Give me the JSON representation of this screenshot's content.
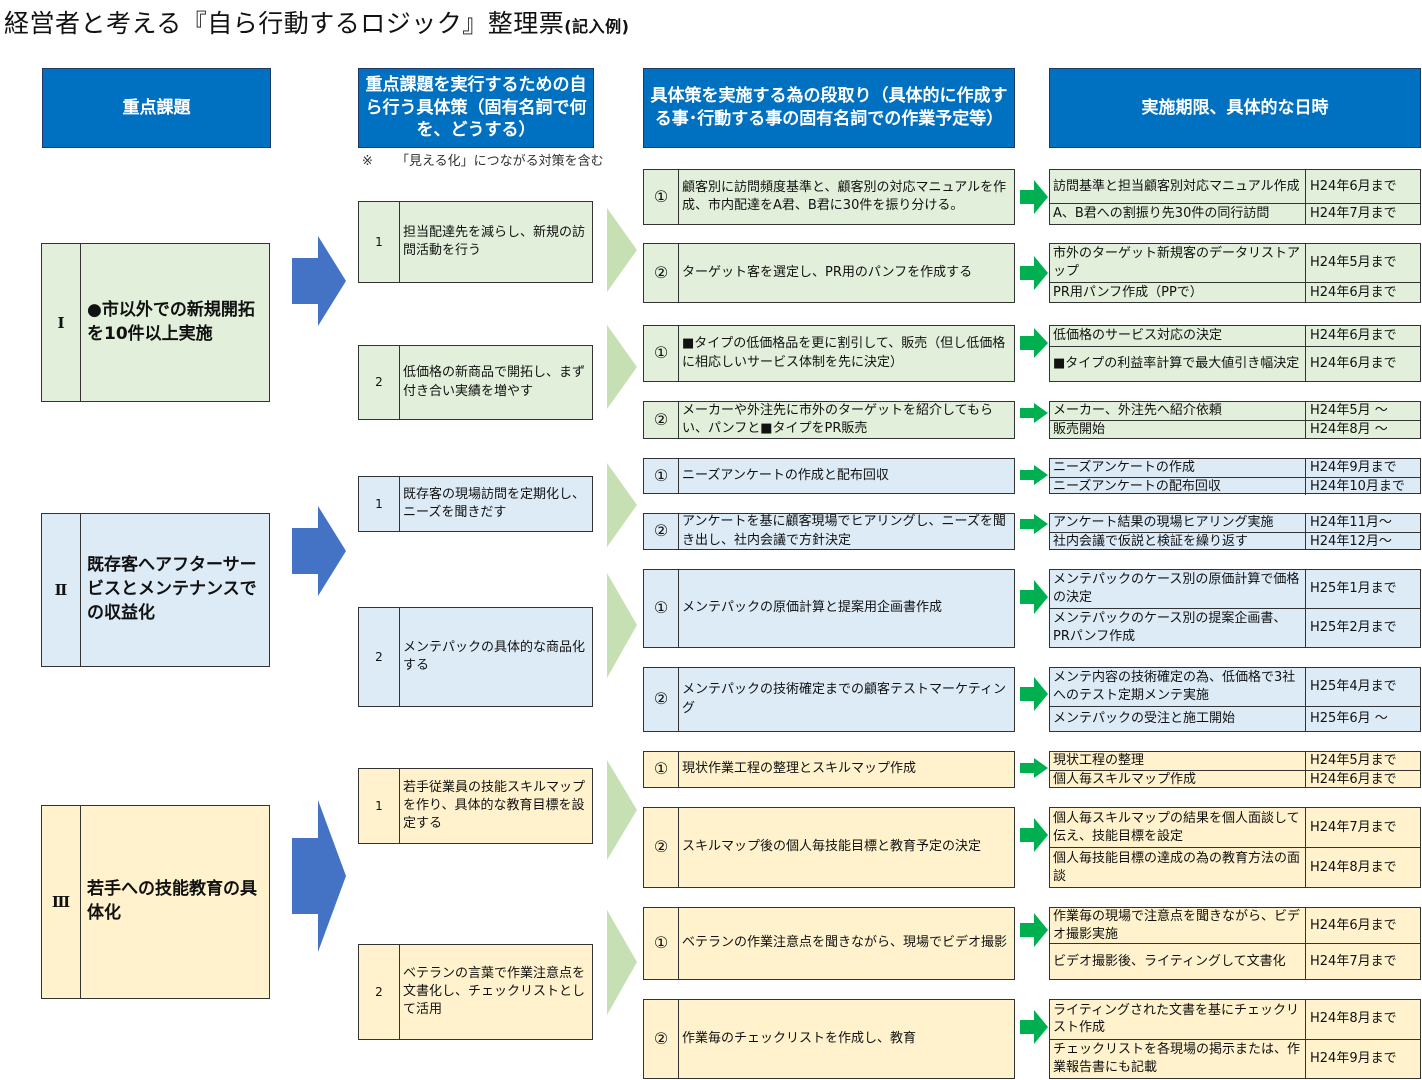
{
  "title": {
    "main": "経営者と考える『自ら行動するロジック』整理票",
    "note": "(記入例)"
  },
  "headers": [
    "重点課題",
    "重点課題を実行するための自ら行う具体策（固有名詞で何を、どうする）",
    "具体策を実施する為の段取り（具体的に作成する事･行動する事の固有名詞での作業予定等）",
    "実施期限、具体的な日時"
  ],
  "note": {
    "mark": "※",
    "text": "「見える化」につながる対策を含む"
  },
  "colors": {
    "header": "#0070c0",
    "green": "#e2efda",
    "blue": "#ddebf7",
    "yellow": "#fff2cc",
    "big_arrow": "#4472c4",
    "small_arrow": "#c6e0b4",
    "green_arrow": "#00b050"
  },
  "issues": [
    {
      "num": "Ⅰ",
      "text": "●市以外での新規開拓を10件以上実施",
      "measures": [
        {
          "num": "1",
          "text": "担当配達先を減らし、新規の訪問活動を行う",
          "steps": [
            {
              "num": "①",
              "text": "顧客別に訪問頻度基準と、顧客別の対応マニュアルを作成、市内配達をA君、B君に30件を振り分ける。",
              "schedule": [
                {
                  "action": "訪問基準と担当顧客別対応マニュアル作成",
                  "date": "H24年6月まで"
                },
                {
                  "action": "A、B君への割振り先30件の同行訪問",
                  "date": "H24年7月まで"
                }
              ]
            },
            {
              "num": "②",
              "text": "ターゲット客を選定し、PR用のパンフを作成する",
              "schedule": [
                {
                  "action": "市外のターゲット新規客のデータリストアップ",
                  "date": "H24年5月まで"
                },
                {
                  "action": "PR用パンフ作成（PPで）",
                  "date": "H24年6月まで"
                }
              ]
            }
          ]
        },
        {
          "num": "2",
          "text": "低価格の新商品で開拓し、まず付き合い実績を増やす",
          "steps": [
            {
              "num": "①",
              "text": "■タイプの低価格品を更に割引して、販売（但し低価格に相応しいサービス体制を先に決定）",
              "schedule": [
                {
                  "action": "低価格のサービス対応の決定",
                  "date": "H24年6月まで"
                },
                {
                  "action": "■タイプの利益率計算で最大値引き幅決定",
                  "date": "H24年6月まで"
                }
              ]
            },
            {
              "num": "②",
              "text": "メーカーや外注先に市外のターゲットを紹介してもらい、パンフと■タイプをPR販売",
              "schedule": [
                {
                  "action": "メーカー、外注先へ紹介依頼",
                  "date": "H24年5月 ～"
                },
                {
                  "action": "販売開始",
                  "date": "H24年8月 ～"
                }
              ]
            }
          ]
        }
      ]
    },
    {
      "num": "Ⅱ",
      "text": "既存客へアフターサービスとメンテナンスでの収益化",
      "measures": [
        {
          "num": "1",
          "text": "既存客の現場訪問を定期化し、ニーズを聞きだす",
          "steps": [
            {
              "num": "①",
              "text": "ニーズアンケートの作成と配布回収",
              "schedule": [
                {
                  "action": "ニーズアンケートの作成",
                  "date": "H24年9月まで"
                },
                {
                  "action": "ニーズアンケートの配布回収",
                  "date": "H24年10月まで"
                }
              ]
            },
            {
              "num": "②",
              "text": "アンケートを基に顧客現場でヒアリングし、ニーズを聞き出し、社内会議で方針決定",
              "schedule": [
                {
                  "action": "アンケート結果の現場ヒアリング実施",
                  "date": "H24年11月～"
                },
                {
                  "action": "社内会議で仮説と検証を繰り返す",
                  "date": "H24年12月～"
                }
              ]
            }
          ]
        },
        {
          "num": "2",
          "text": "メンテパックの具体的な商品化する",
          "steps": [
            {
              "num": "①",
              "text": "メンテパックの原価計算と提案用企画書作成",
              "schedule": [
                {
                  "action": "メンテパックのケース別の原価計算で価格の決定",
                  "date": "H25年1月まで"
                },
                {
                  "action": "メンテパックのケース別の提案企画書、PRパンフ作成",
                  "date": "H25年2月まで"
                }
              ]
            },
            {
              "num": "②",
              "text": "メンテパックの技術確定までの顧客テストマーケティング",
              "schedule": [
                {
                  "action": "メンテ内容の技術確定の為、低価格で3社へのテスト定期メンテ実施",
                  "date": "H25年4月まで"
                },
                {
                  "action": "メンテパックの受注と施工開始",
                  "date": "H25年6月 ～"
                }
              ]
            }
          ]
        }
      ]
    },
    {
      "num": "Ⅲ",
      "text": "若手への技能教育の具体化",
      "measures": [
        {
          "num": "1",
          "text": "若手従業員の技能スキルマップを作り、具体的な教育目標を設定する",
          "steps": [
            {
              "num": "①",
              "text": "現状作業工程の整理とスキルマップ作成",
              "schedule": [
                {
                  "action": "現状工程の整理",
                  "date": "H24年5月まで"
                },
                {
                  "action": "個人毎スキルマップ作成",
                  "date": "H24年6月まで"
                }
              ]
            },
            {
              "num": "②",
              "text": "スキルマップ後の個人毎技能目標と教育予定の決定",
              "schedule": [
                {
                  "action": "個人毎スキルマップの結果を個人面談して伝え、技能目標を設定",
                  "date": "H24年7月まで"
                },
                {
                  "action": "個人毎技能目標の達成の為の教育方法の面談",
                  "date": "H24年8月まで"
                }
              ]
            }
          ]
        },
        {
          "num": "2",
          "text": "ベテランの言葉で作業注意点を文書化し、チェックリストとして活用",
          "steps": [
            {
              "num": "①",
              "text": "ベテランの作業注意点を聞きながら、現場でビデオ撮影",
              "schedule": [
                {
                  "action": "作業毎の現場で注意点を聞きながら、ビデオ撮影実施",
                  "date": "H24年6月まで"
                },
                {
                  "action": "ビデオ撮影後、ライティングして文書化",
                  "date": "H24年7月まで"
                }
              ]
            },
            {
              "num": "②",
              "text": "作業毎のチェックリストを作成し、教育",
              "schedule": [
                {
                  "action": "ライティングされた文書を基にチェックリスト作成",
                  "date": "H24年8月まで"
                },
                {
                  "action": "チェックリストを各現場の掲示または、作業報告書にも記載",
                  "date": "H24年9月まで"
                }
              ]
            }
          ]
        }
      ]
    }
  ]
}
